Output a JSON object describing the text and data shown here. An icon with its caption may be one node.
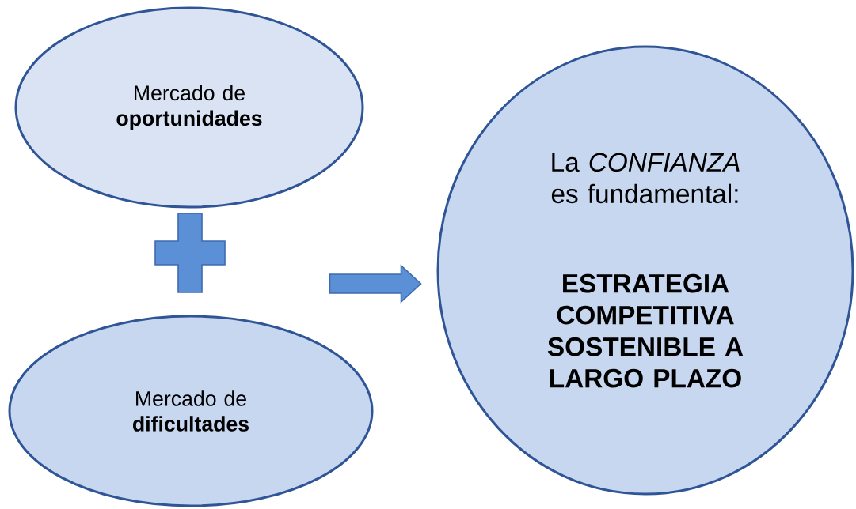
{
  "diagram": {
    "nodes": [
      {
        "text": [
          "Mercado de **oportunidades**"
        ]
      },
      {
        "text": [],
        "shape": "cross"
      },
      {
        "text": [
          "Mercado de **dificultades**"
        ]
      },
      {
        "text": [
          "La *CONFIANZA* es fundamental:",
          "ESTRATEGIA COMPETITIVA SOSTENIBLE A LARGO PLAZO"
        ]
      }
    ],
    "edges": [
      {
        "from": null,
        "to": 3,
        "arrow": "to"
      }
    ]
  }
}
